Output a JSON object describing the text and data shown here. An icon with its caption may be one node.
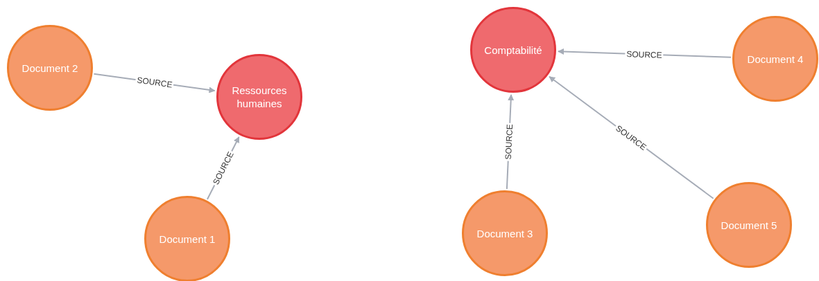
{
  "diagram": {
    "nodes": [
      {
        "text": [
          "Document 2"
        ]
      },
      {
        "text": [
          "Ressources humaines"
        ]
      },
      {
        "text": [
          "Document 1"
        ]
      },
      {
        "text": [
          "Comptabilité"
        ]
      },
      {
        "text": [
          "Document 4"
        ]
      },
      {
        "text": [
          "Document 3"
        ]
      },
      {
        "text": [
          "Document 5"
        ]
      }
    ],
    "edges": [
      {
        "from": 0,
        "to": 1,
        "arrow": "to",
        "label": "SOURCE"
      },
      {
        "from": 2,
        "to": 1,
        "arrow": "to",
        "label": "SOURCE"
      },
      {
        "from": 4,
        "to": 3,
        "arrow": "to",
        "label": "SOURCE"
      },
      {
        "from": 5,
        "to": 3,
        "arrow": "to",
        "label": "SOURCE"
      },
      {
        "from": 6,
        "to": 3,
        "arrow": "to",
        "label": "SOURCE"
      }
    ]
  }
}
